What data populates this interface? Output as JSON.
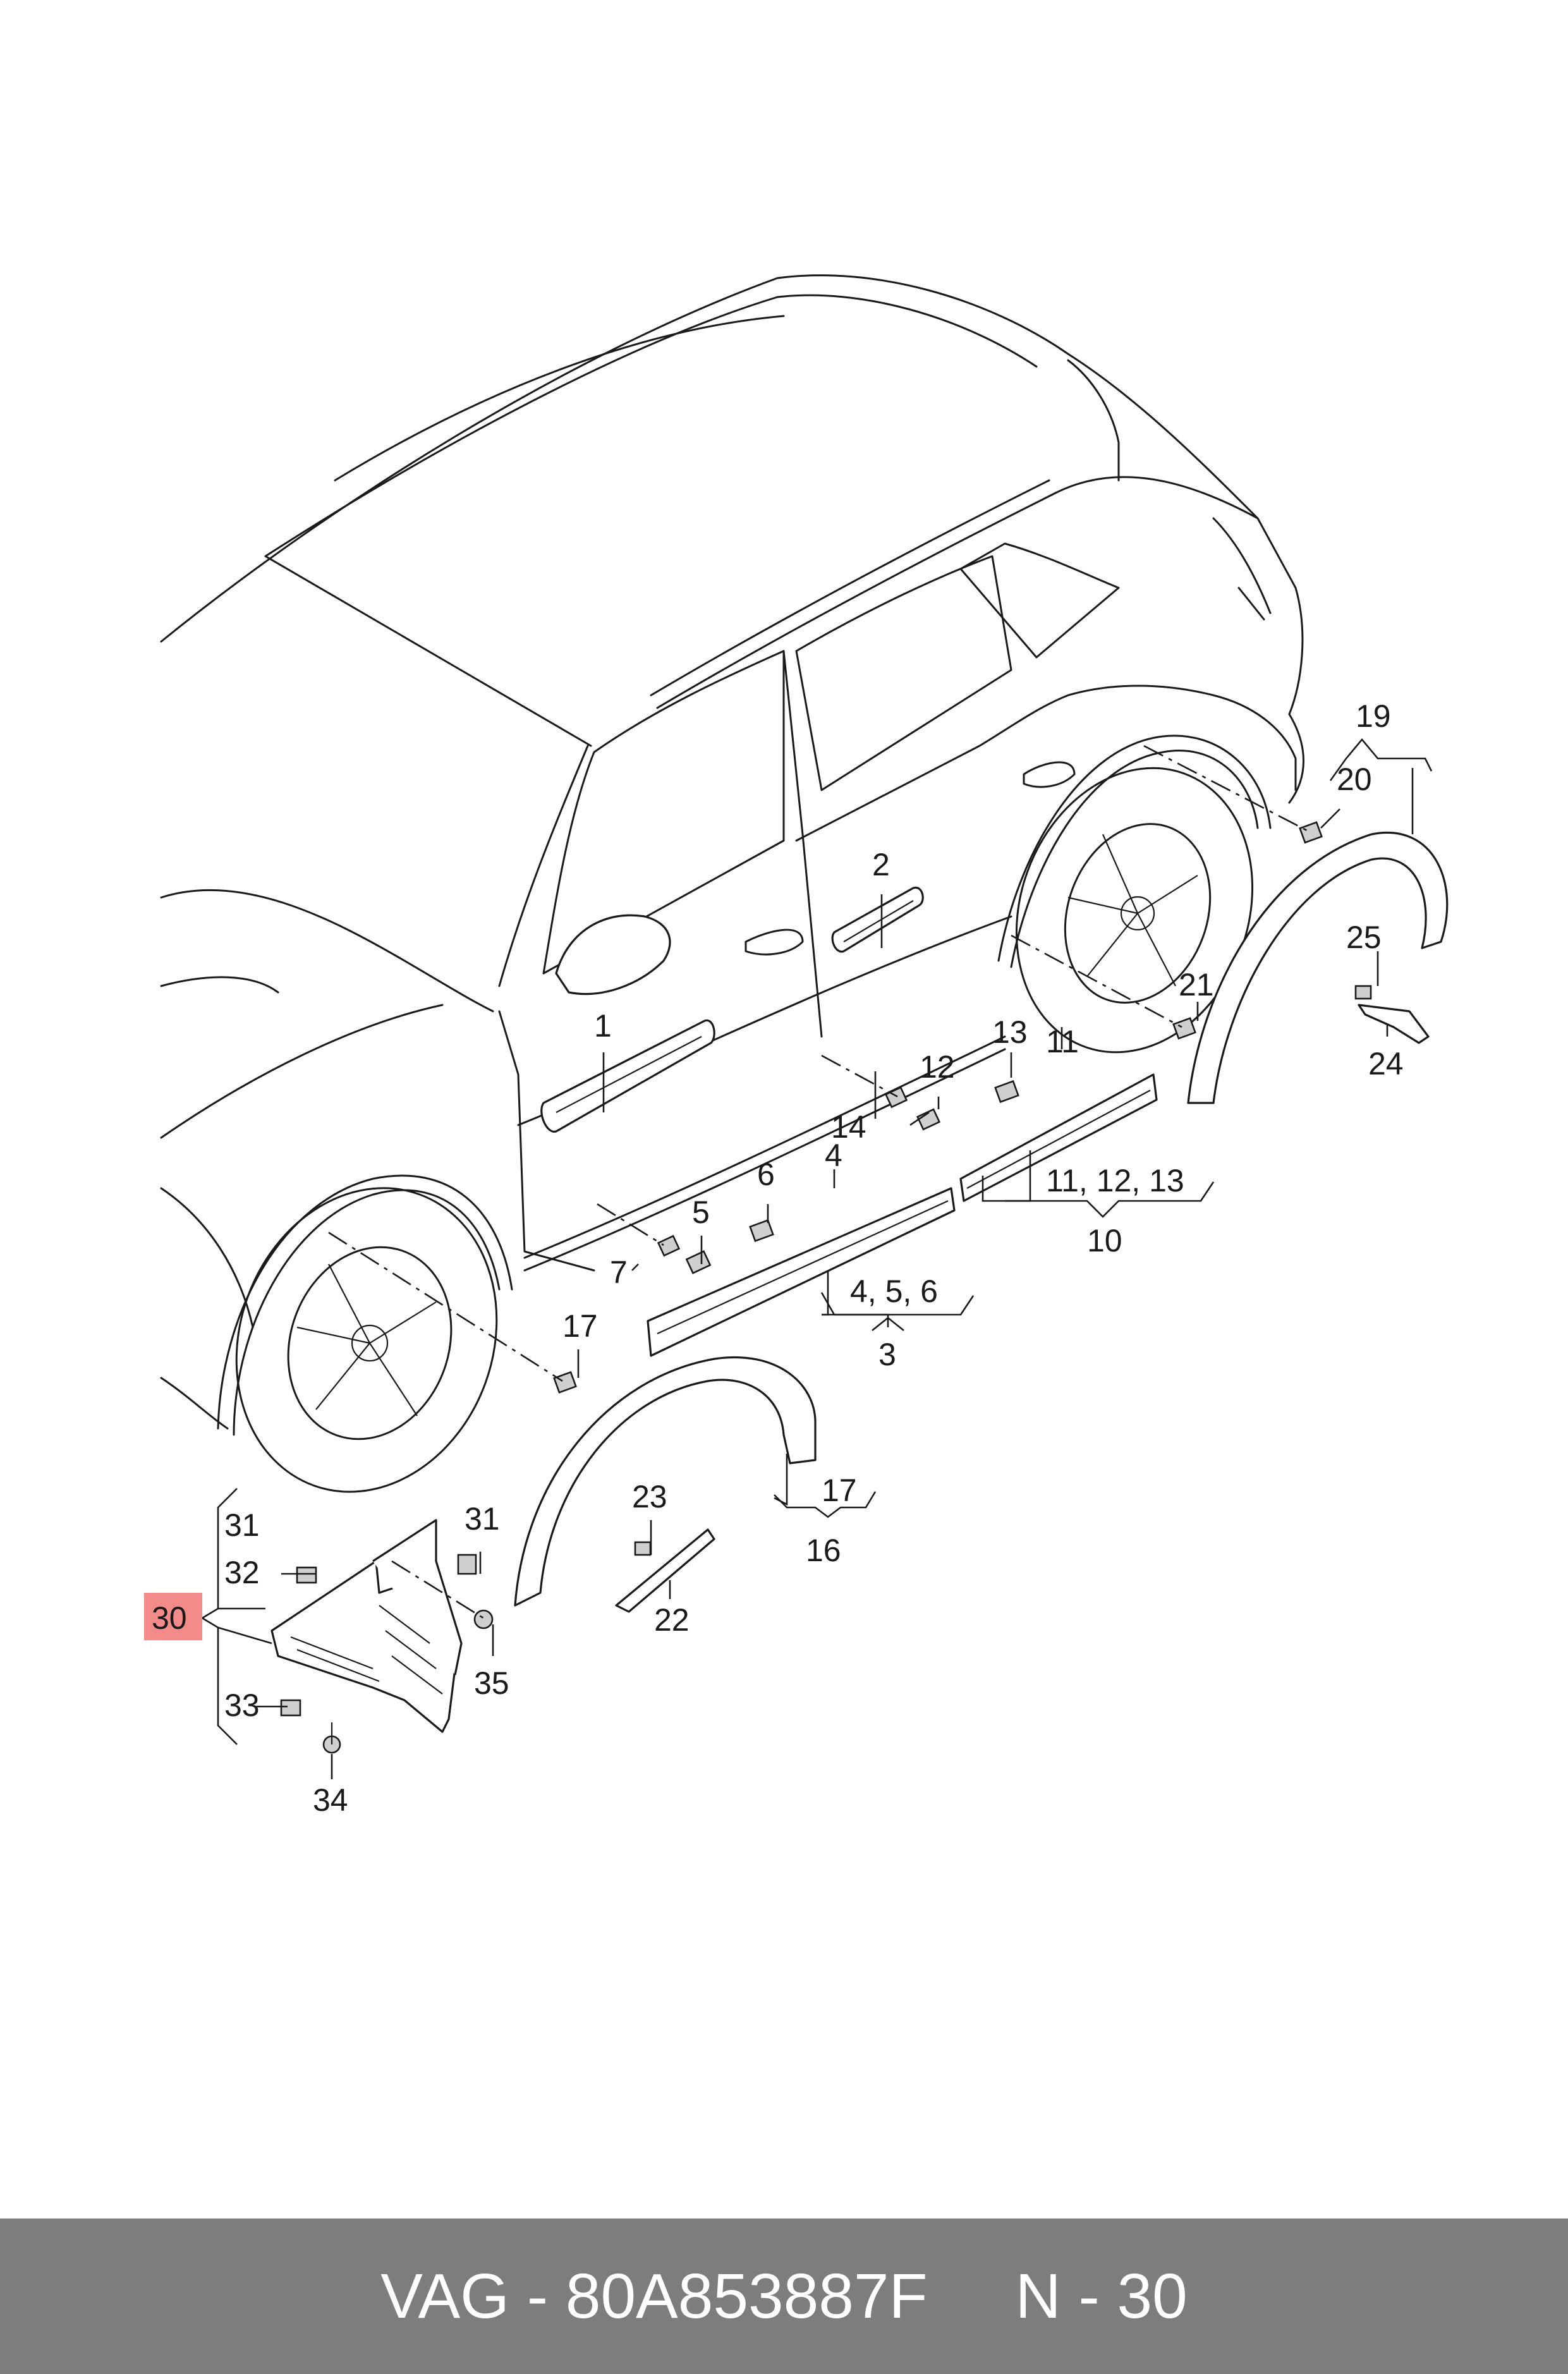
{
  "diagram": {
    "callouts": {
      "c1": "1",
      "c2": "2",
      "c3": "3",
      "c456": "4, 5, 6",
      "c4": "4",
      "c5": "5",
      "c6": "6",
      "c7": "7",
      "c10": "10",
      "c11a": "11",
      "c111213": "11, 12, 13",
      "c12": "12",
      "c13": "13",
      "c14": "14",
      "c16": "16",
      "c17a": "17",
      "c17b": "17",
      "c19": "19",
      "c20": "20",
      "c21": "21",
      "c22": "22",
      "c23": "23",
      "c24": "24",
      "c25": "25",
      "c30": "30",
      "c31a": "31",
      "c31b": "31",
      "c32": "32",
      "c33": "33",
      "c34": "34",
      "c35": "35"
    },
    "highlight_color": "#f48b8b"
  },
  "footer": {
    "brand": "VAG",
    "separator": " - ",
    "part_number": "80A853887F",
    "gap": "     ",
    "position_label": "N - 30",
    "background": "#7d7d7d"
  }
}
